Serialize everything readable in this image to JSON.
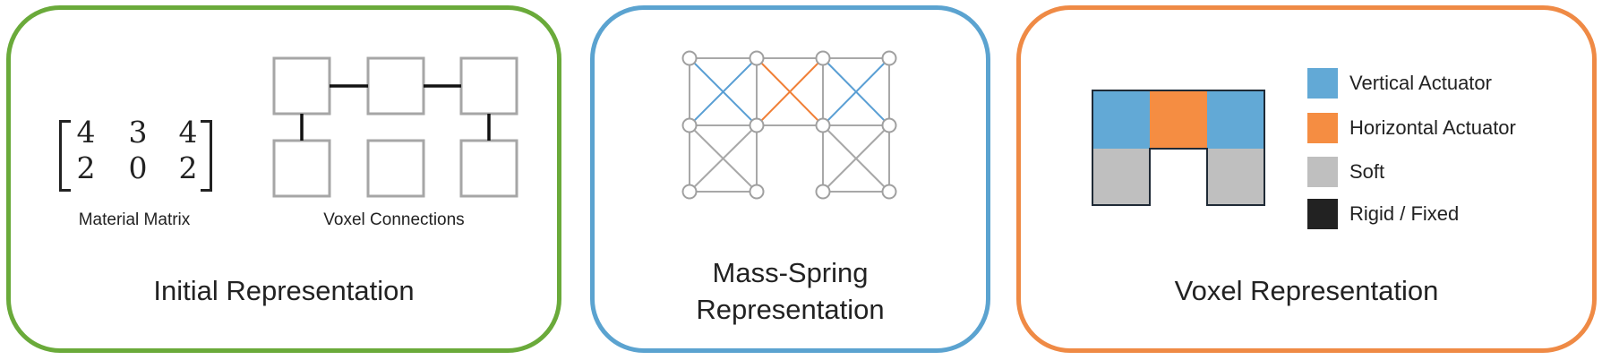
{
  "panels": {
    "initial": {
      "caption": "Initial Representation",
      "border_color": "#6aaa3a",
      "matrix_label": "Material Matrix",
      "matrix": [
        [
          "4",
          "3",
          "4"
        ],
        [
          "2",
          "0",
          "2"
        ]
      ],
      "voxel_label": "Voxel Connections"
    },
    "mass_spring": {
      "caption_line1": "Mass-Spring",
      "caption_line2": "Representation",
      "border_color": "#5ba3d0"
    },
    "voxel": {
      "caption": "Voxel Representation",
      "border_color": "#ef8a45",
      "legend": [
        {
          "label": "Vertical Actuator",
          "color": "#62a9d6"
        },
        {
          "label": "Horizontal Actuator",
          "color": "#f58d42"
        },
        {
          "label": "Soft",
          "color": "#bfbfbf"
        },
        {
          "label": "Rigid / Fixed",
          "color": "#222222"
        }
      ]
    }
  },
  "colors": {
    "vertical_actuator": "#5a9fd4",
    "horizontal_actuator": "#f07f36",
    "soft_spring": "#a8a8a8",
    "connection": "#111111"
  }
}
